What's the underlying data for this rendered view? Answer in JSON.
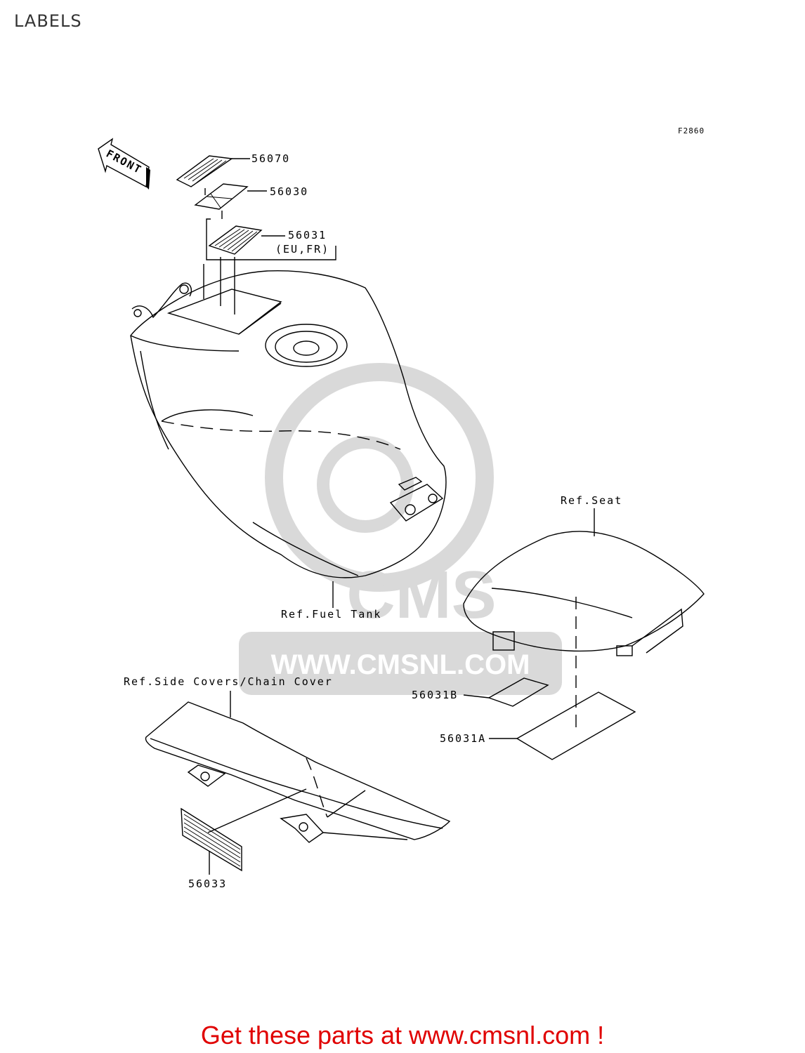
{
  "page": {
    "title": "LABELS"
  },
  "diagram": {
    "figure_code": "F2860",
    "front_arrow": "FRONT",
    "parts": {
      "p56070": "56070",
      "p56030": "56030",
      "p56031": "56031",
      "p56031_note": "(EU,FR)",
      "p56031B": "56031B",
      "p56031A": "56031A",
      "p56033": "56033"
    },
    "refs": {
      "fuel_tank": "Ref.Fuel Tank",
      "seat": "Ref.Seat",
      "side_covers": "Ref.Side Covers/Chain Cover"
    },
    "watermark": {
      "brand": "CMS",
      "url": "WWW.CMSNL.COM"
    }
  },
  "footer": {
    "cta": "Get these parts at www.cmsnl.com !"
  },
  "colors": {
    "footer_text": "#e00000",
    "watermark": "#d9d9d9",
    "line": "#000000"
  }
}
